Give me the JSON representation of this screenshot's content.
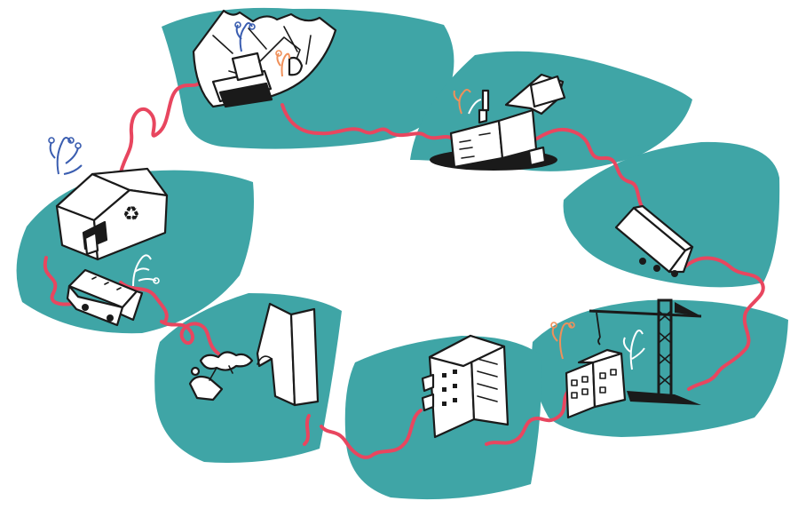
{
  "colors": {
    "island": "#3fa5a6",
    "thread": "#e8465f",
    "ink": "#1a1a1a",
    "plant_blue": "#3a5db0",
    "plant_white": "#ffffff",
    "plant_orange": "#f0905a",
    "background": "#ffffff"
  },
  "stages": [
    {
      "id": "extraction",
      "icon": "excavator-icon"
    },
    {
      "id": "processing",
      "icon": "factory-icon"
    },
    {
      "id": "transport",
      "icon": "truck-icon"
    },
    {
      "id": "construction",
      "icon": "tower-crane-icon"
    },
    {
      "id": "use",
      "icon": "office-building-icon"
    },
    {
      "id": "demolition",
      "icon": "demolition-icon"
    },
    {
      "id": "recovery",
      "icon": "recycling-depot-icon"
    }
  ]
}
